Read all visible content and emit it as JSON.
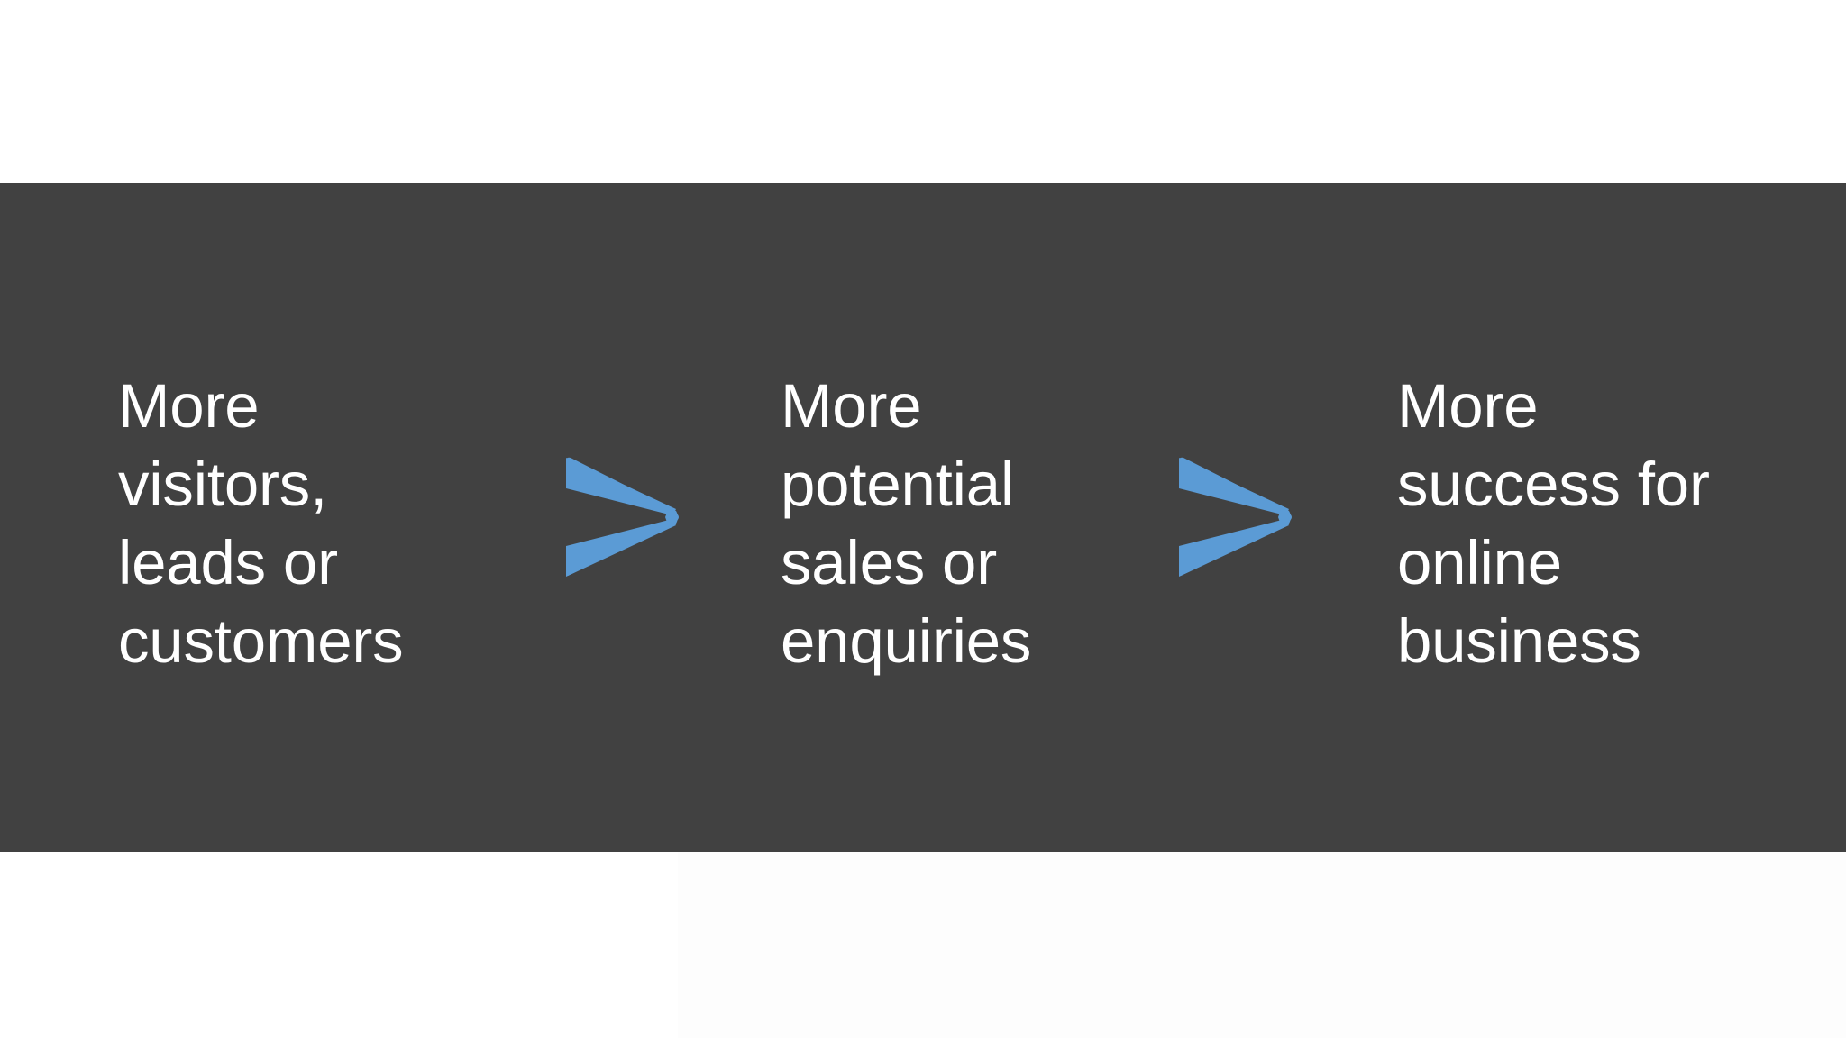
{
  "slide": {
    "background_color": "#ffffff",
    "banner_color": "#414141",
    "accent_color": "#5b9bd5",
    "text_color": "#ffffff"
  },
  "flow": {
    "steps": [
      {
        "text": "More\nvisitors,\nleads or\ncustomers"
      },
      {
        "text": "More\npotential\nsales or\nenquiries"
      },
      {
        "text": "More\nsuccess for\nonline\nbusiness"
      }
    ],
    "connectors": [
      {
        "icon": "chevron-right-icon"
      },
      {
        "icon": "chevron-right-icon"
      }
    ]
  }
}
